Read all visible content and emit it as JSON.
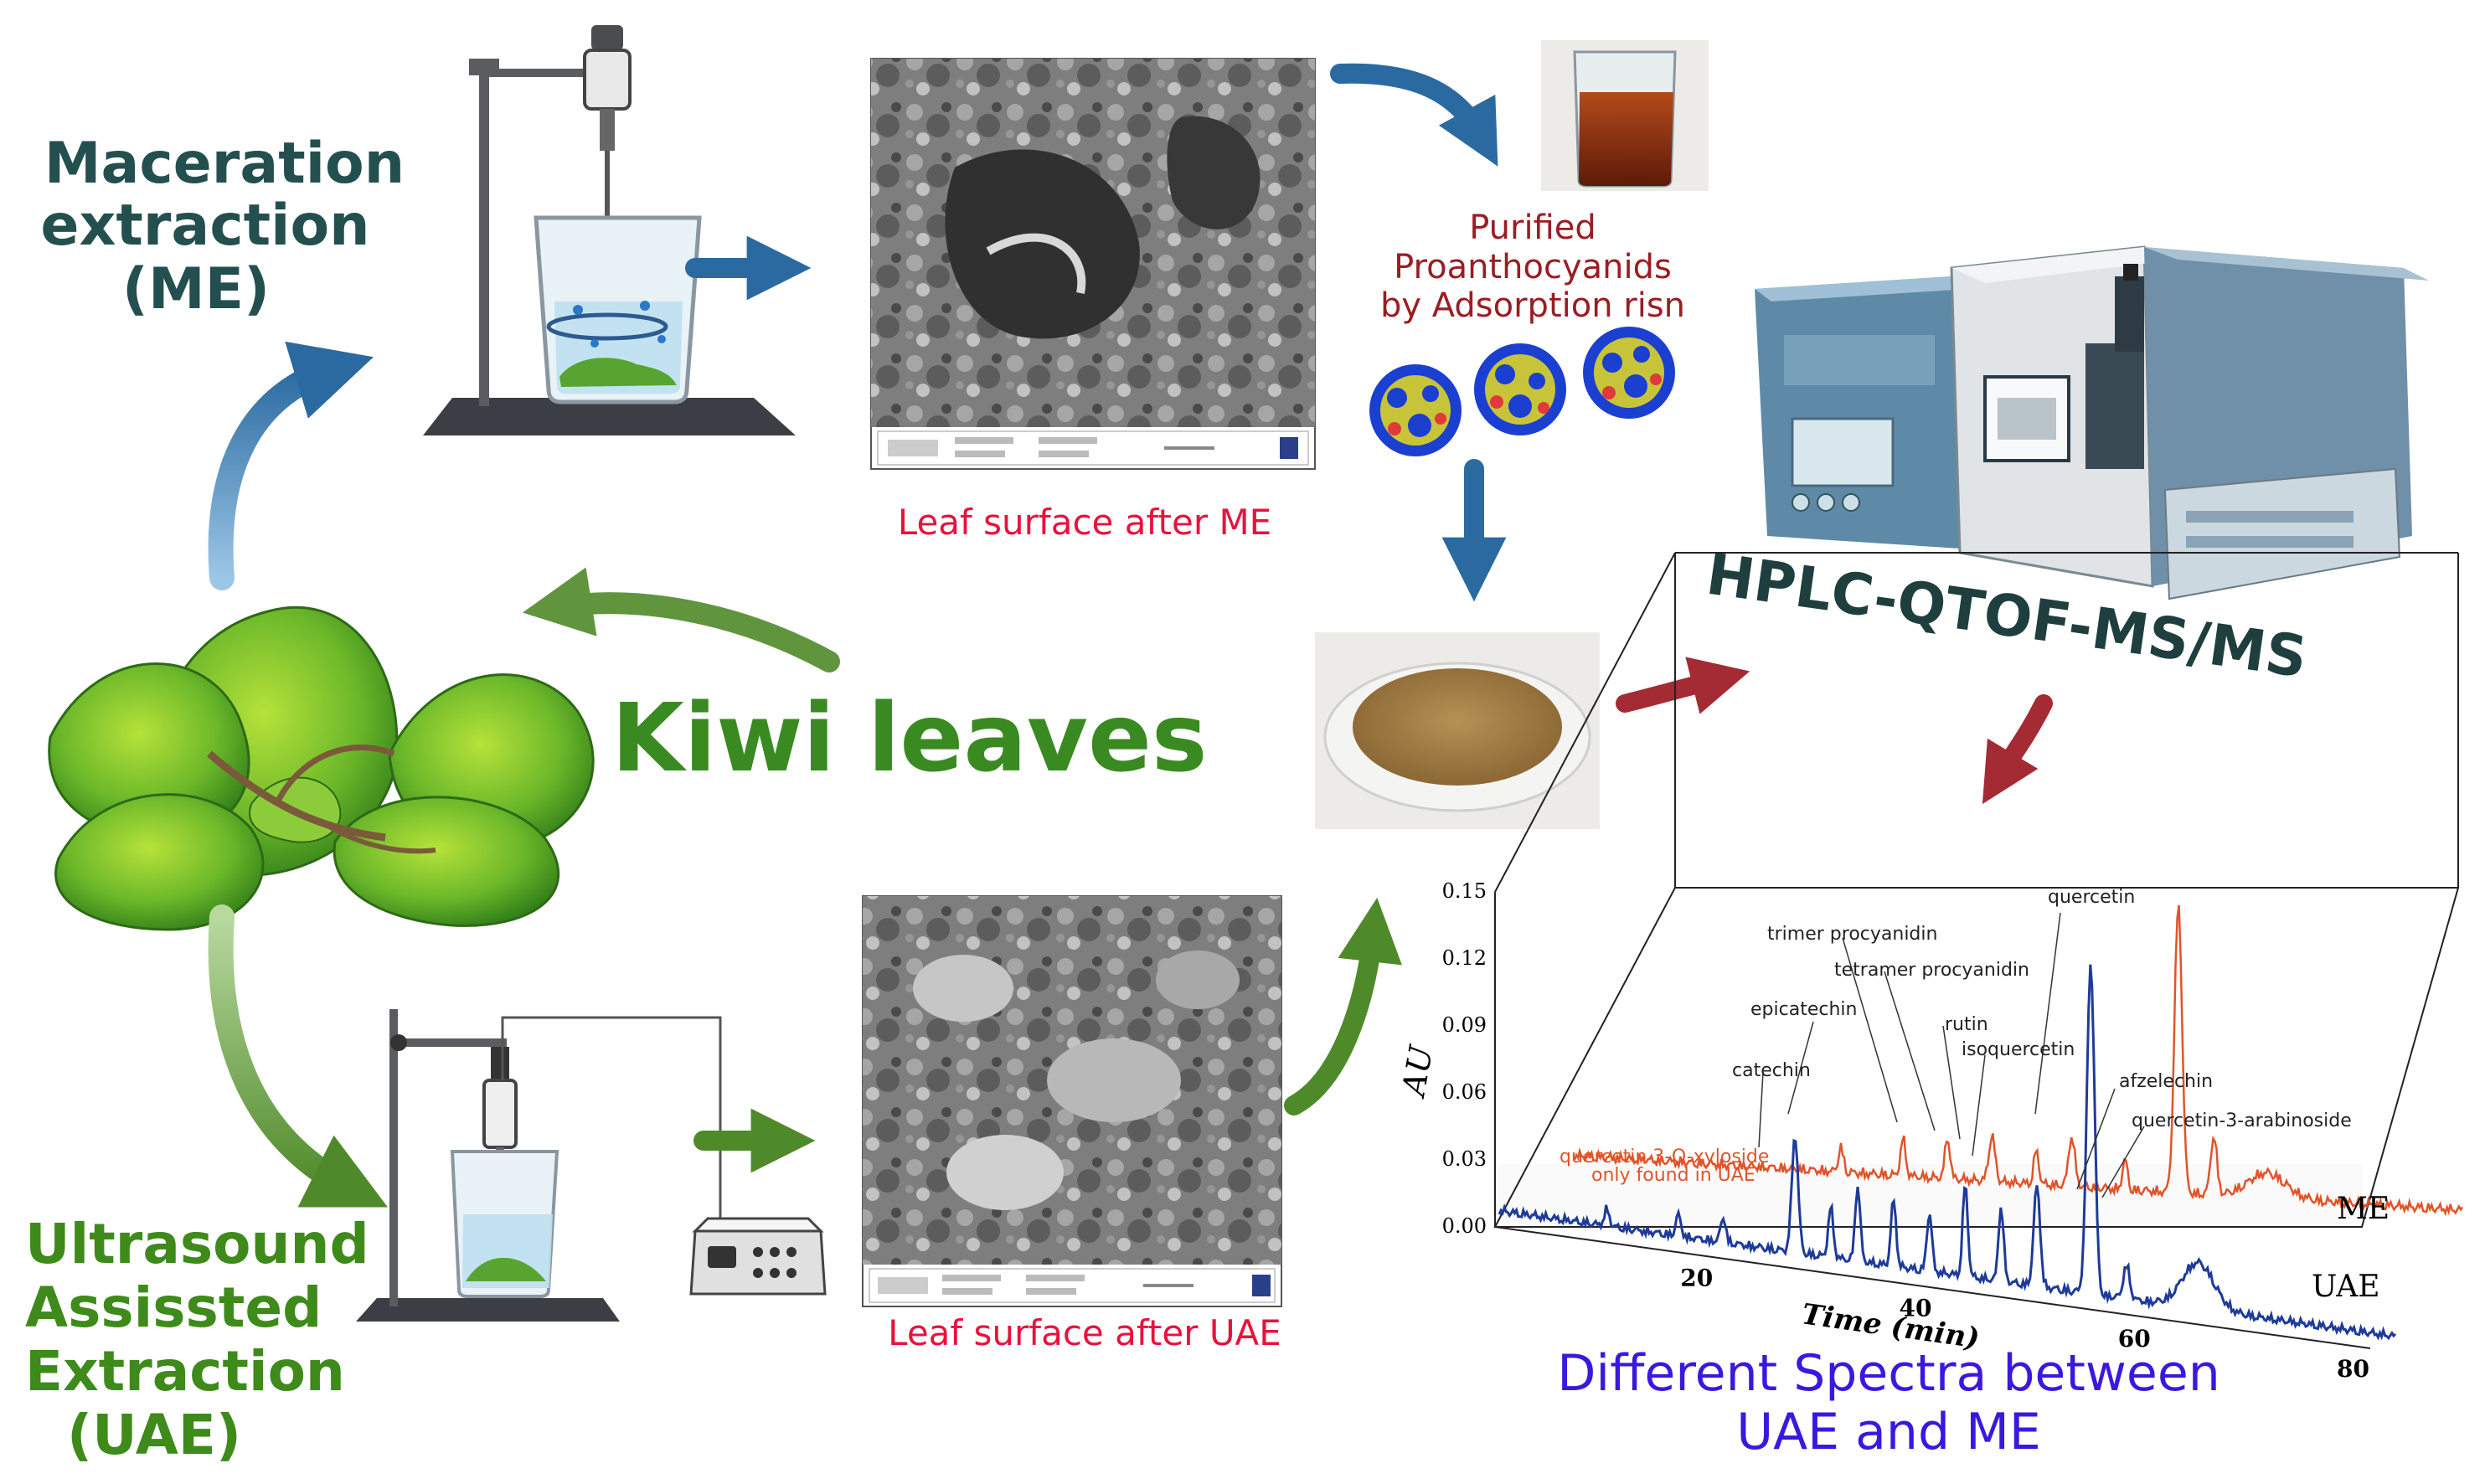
{
  "labels": {
    "me_title": [
      "Maceration",
      "extraction",
      "(ME)"
    ],
    "uae_title": [
      "Ultrasound",
      "Assissted",
      "Extraction",
      "(UAE)"
    ],
    "kiwi": "Kiwi leaves",
    "leaf_me": "Leaf surface after ME",
    "leaf_uae": "Leaf surface after UAE",
    "purified": [
      "Purified",
      "Proanthocyanids",
      "by Adsorption risn"
    ],
    "hplc": "HPLC-QTOF-MS/MS",
    "spectra_caption": [
      "Different Spectra between",
      "UAE and ME"
    ]
  },
  "colors": {
    "me_text": "#244f4f",
    "uae_text": "#3e8a1a",
    "kiwi_text": "#3a8a22",
    "leaf_caption": "#e8123c",
    "purified_text": "#9a1d22",
    "hplc_text": "#1f3e3e",
    "spectra_caption": "#3b18e0",
    "arrow_blue": "#2a6aa0",
    "arrow_green": "#4f8a2a",
    "arrow_red": "#a42a34",
    "series_me": "#e0542a",
    "series_uae": "#1e3a9a"
  },
  "chart_data": {
    "type": "line",
    "ylabel": "AU",
    "xlabel": "Time (min)",
    "x_ticks": [
      "20",
      "40",
      "60",
      "80"
    ],
    "y_ticks": [
      "0.00",
      "0.03",
      "0.06",
      "0.09",
      "0.12",
      "0.15"
    ],
    "series": [
      {
        "name": "ME",
        "color": "#e0542a"
      },
      {
        "name": "UAE",
        "color": "#1e3a9a"
      }
    ],
    "annotations": [
      "quercetin",
      "trimer procyanidin",
      "tetramer procyanidin",
      "epicatechin",
      "rutin",
      "isoquercetin",
      "catechin",
      "afzelechin",
      "quercetin-3-arabinoside",
      "quercetin 3-O-xyloside",
      "only found in UAE"
    ]
  }
}
